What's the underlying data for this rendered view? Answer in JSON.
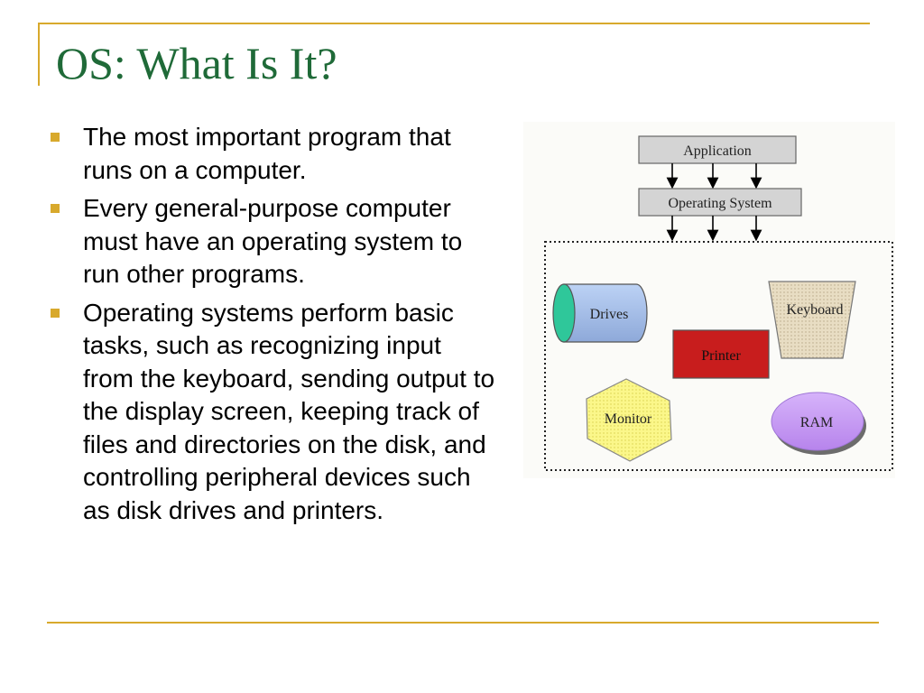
{
  "slide": {
    "title": "OS: What Is It?",
    "bullets": [
      "The most important program that runs on a computer.",
      "Every general-purpose computer must have an operating system to run other programs.",
      "Operating systems perform basic tasks, such as recognizing input from the keyboard, sending output to the display screen, keeping track of files and directories on the disk, and controlling peripheral devices such as disk drives and printers."
    ],
    "bullet_marker": "square-bullet-icon",
    "accent_color": "#d8a92c",
    "title_color": "#1f6a38"
  },
  "diagram": {
    "application_label": "Application",
    "os_label": "Operating System",
    "devices": {
      "drives": "Drives",
      "keyboard": "Keyboard",
      "printer": "Printer",
      "monitor": "Monitor",
      "ram": "RAM"
    },
    "colors": {
      "layer_fill": "#d4d4d4",
      "drives_fill": "#9db7e3",
      "drives_end": "#2fc79a",
      "keyboard_fill": "#e8ddc3",
      "printer_fill": "#c81d1d",
      "monitor_fill": "#fbf78a",
      "ram_fill": "#c69af2"
    }
  }
}
